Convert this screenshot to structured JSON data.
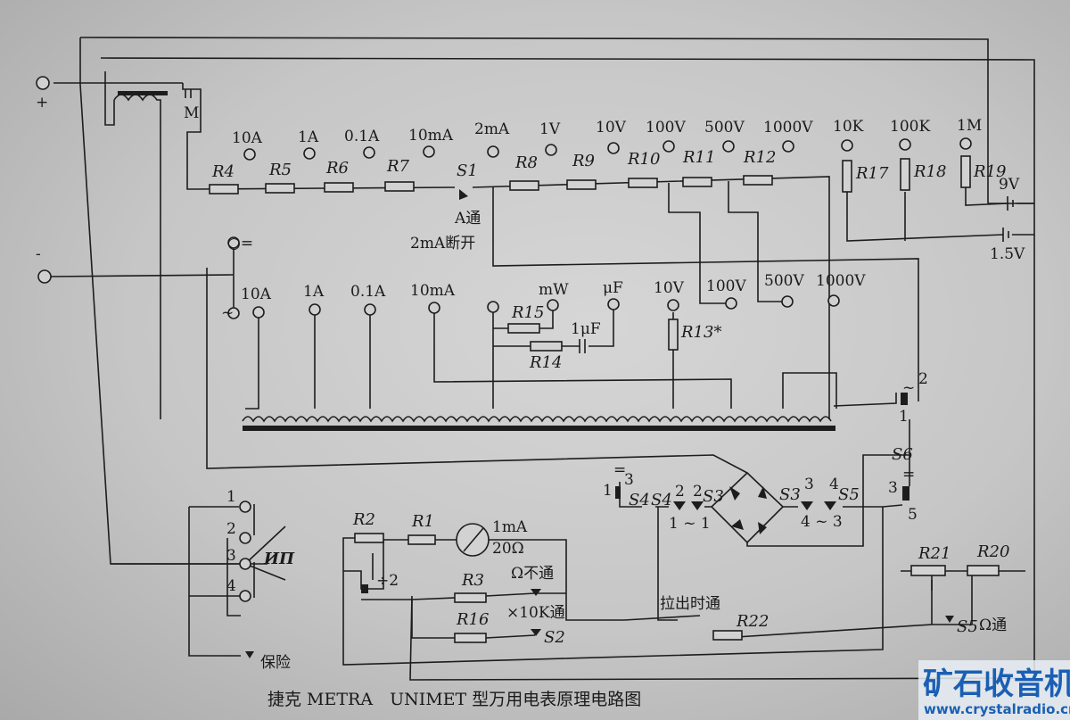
{
  "terminals_left": {
    "plus": "+",
    "minus": "-"
  },
  "meter_movement": "M",
  "dc_ranges": [
    "10A",
    "1A",
    "0.1A",
    "10mA",
    "2mA",
    "1V",
    "10V",
    "100V",
    "500V",
    "1000V"
  ],
  "ohm_ranges": [
    "10K",
    "100K",
    "1M"
  ],
  "resistors_top": [
    "R4",
    "R5",
    "R6",
    "R7",
    "R8",
    "R9",
    "R10",
    "R11",
    "R12"
  ],
  "resistors_ohm": [
    "R17",
    "R18",
    "R19"
  ],
  "switch_s1": {
    "label": "S1",
    "note1": "A通",
    "note2": "2mA断开"
  },
  "batteries": {
    "b9v": "9V",
    "b15v": "1.5V"
  },
  "dc_symbol": "○=",
  "ac_ranges": [
    "~",
    "10A",
    "1A",
    "0.1A",
    "10mA",
    "mW",
    "μF",
    "10V",
    "100V",
    "500V",
    "1000V"
  ],
  "ac_parts": {
    "r15": "R15",
    "r14": "R14",
    "c1": "1μF",
    "r13": "R13*"
  },
  "s6": {
    "label": "S6",
    "p2": "2",
    "p1": "1",
    "ac": "~",
    "eq": "=",
    "p3": "3",
    "p5": "5"
  },
  "bridge_switches": {
    "eq": "=",
    "s4a": "S4",
    "s4b": "S4",
    "s3a": "S3",
    "s3b": "S3",
    "s5": "S5",
    "n1": "1",
    "n3a": "3",
    "n2a": "2",
    "n2b": "2",
    "n11": "1 ~ 1",
    "n3b": "3",
    "n4": "4",
    "n43": "4 ~ 3"
  },
  "selector": {
    "label": "ИП",
    "positions": [
      "1",
      "2",
      "3",
      "4"
    ],
    "fuse": "保险"
  },
  "meter_circuit": {
    "r2": "R2",
    "r1": "R1",
    "meter_current": "1mA",
    "meter_res": "20Ω",
    "div2": "÷2",
    "r3": "R3",
    "ohm_off": "Ω不通",
    "r16": "R16",
    "x10k": "×10K通",
    "s2": "S2",
    "pull": "拉出时通",
    "r22": "R22",
    "r21": "R21",
    "r20": "R20",
    "s5": "S5",
    "ohm_on": "Ω通"
  },
  "caption": "捷克 METRA　UNIMET 型万用电表原理电路图",
  "watermark": {
    "name": "矿石收音机",
    "url": "www.crystalradio.cn"
  }
}
